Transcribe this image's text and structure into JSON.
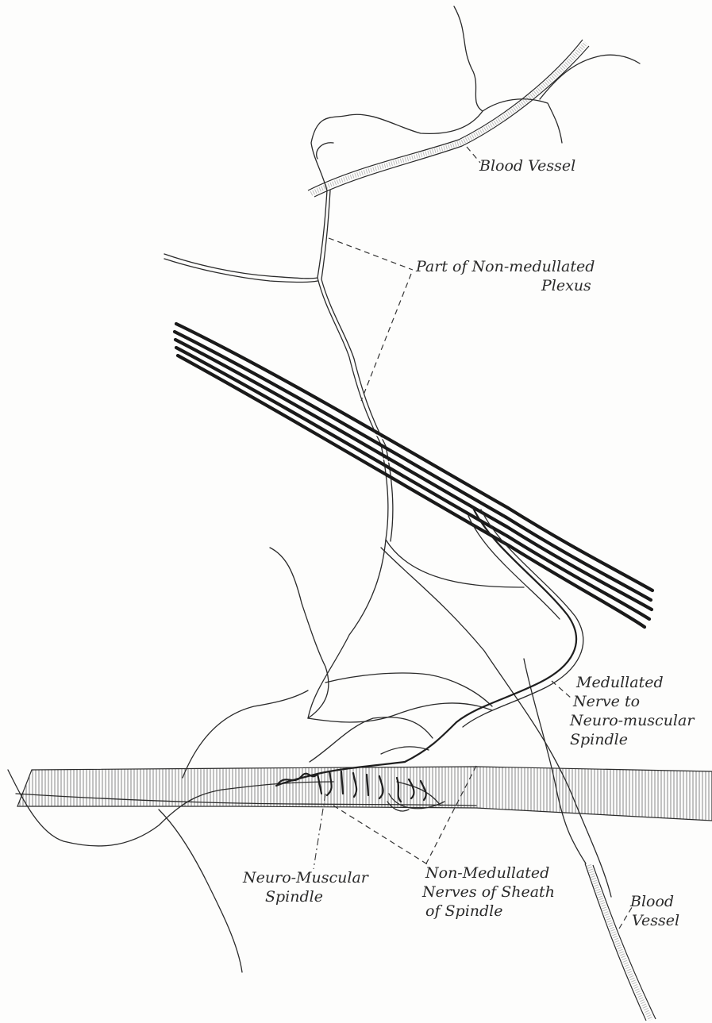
{
  "labels": {
    "blood_vessel_top": "Blood Vessel",
    "plexus_line1": "Part of Non-medullated",
    "plexus_line2": "Plexus",
    "med_nerve_line1": "Medullated",
    "med_nerve_line2": "Nerve to",
    "med_nerve_line3": "Neuro-muscular",
    "med_nerve_line4": "Spindle",
    "spindle_line1": "Neuro-Muscular",
    "spindle_line2": "Spindle",
    "sheath_line1": "Non-Medullated",
    "sheath_line2": "Nerves of Sheath",
    "sheath_line3": "of Spindle",
    "blood_vessel_bottom_line1": "Blood",
    "blood_vessel_bottom_line2": "Vessel"
  }
}
